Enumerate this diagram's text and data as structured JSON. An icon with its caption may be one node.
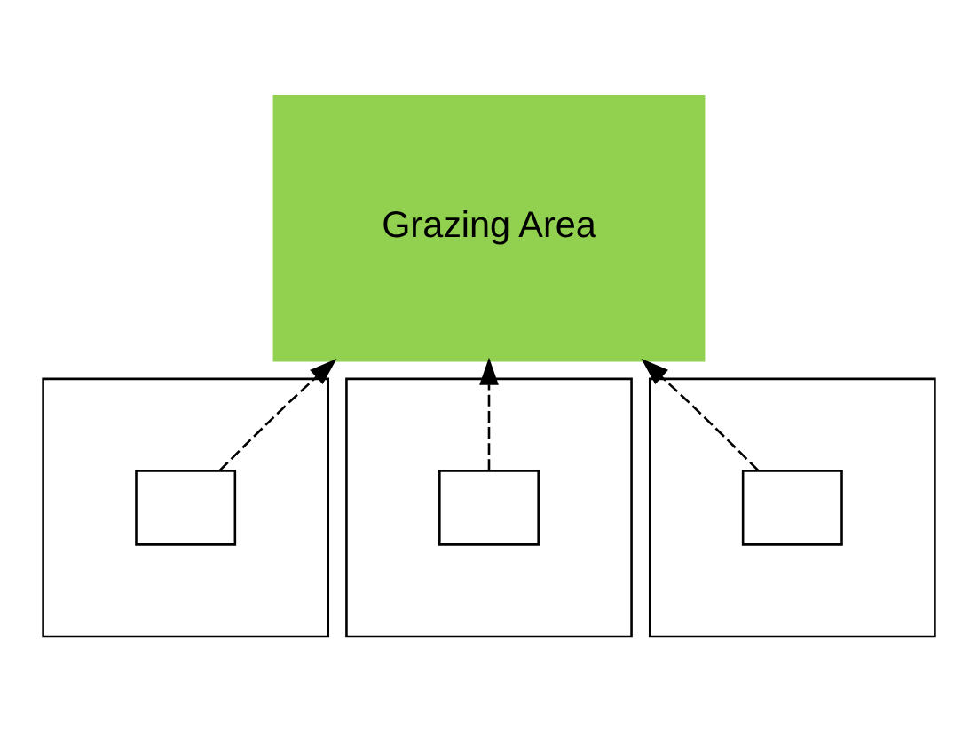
{
  "diagram": {
    "nodes": [
      {
        "text": [],
        "shape": "box"
      },
      {
        "text": [],
        "shape": "box",
        "in": 0
      },
      {
        "text": [
          "Grazing Area"
        ]
      },
      {
        "text": [],
        "shape": "box"
      },
      {
        "text": [],
        "shape": "box",
        "in": 3
      },
      {
        "text": [],
        "shape": "box"
      },
      {
        "text": [],
        "shape": "box",
        "in": 5
      }
    ],
    "edges": [
      {
        "from": 1,
        "to": 2,
        "arrow": "to",
        "style": "dashed"
      },
      {
        "from": 4,
        "to": 2,
        "arrow": "to",
        "style": "dashed"
      },
      {
        "from": 6,
        "to": 2,
        "arrow": "to",
        "style": "dashed"
      }
    ]
  }
}
